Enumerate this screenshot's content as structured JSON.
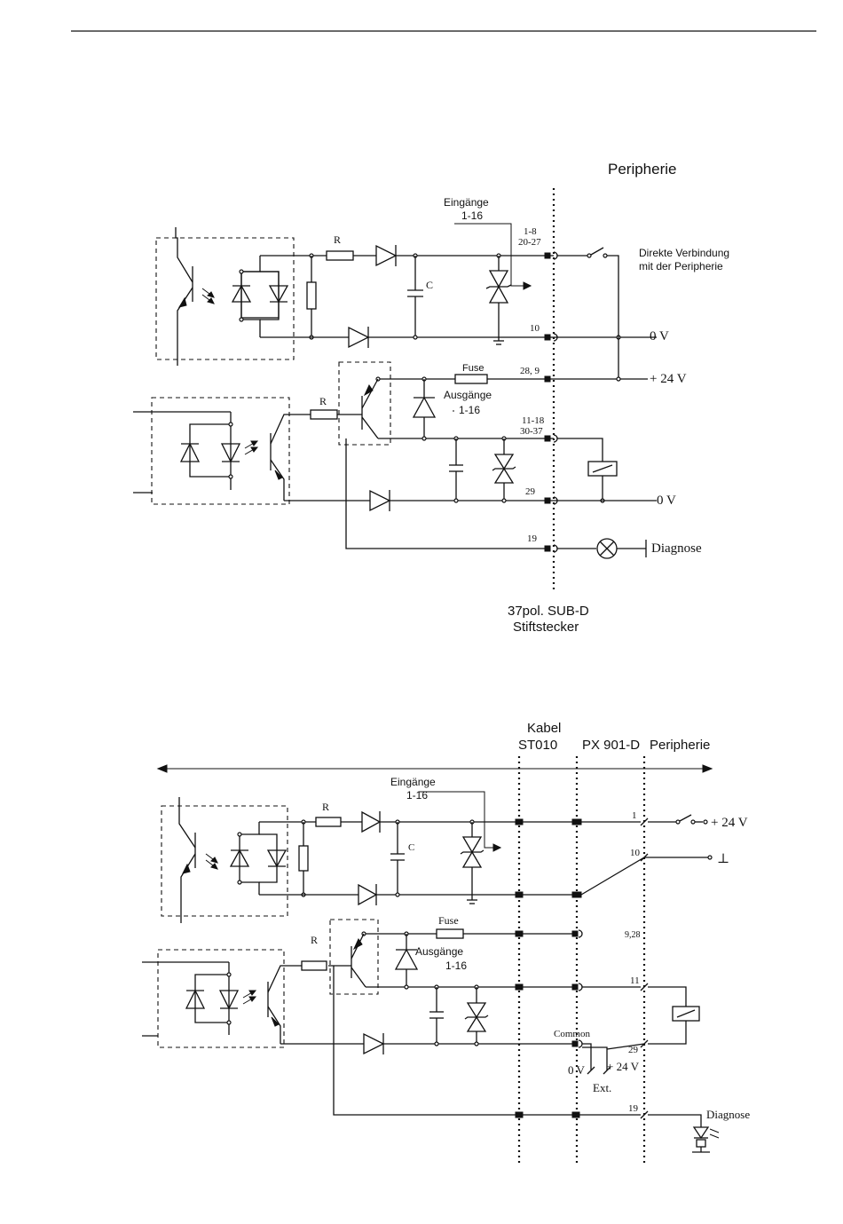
{
  "diagram1": {
    "title": "Peripherie",
    "inputs_label_1": "Eingänge",
    "inputs_label_2": "1-16",
    "r_label": "R",
    "c_label": "C",
    "fuse_label": "Fuse",
    "outputs_label_1": "Ausgänge",
    "outputs_label_2": "1-16",
    "pin_inputs_1": "1-8",
    "pin_inputs_2": "20-27",
    "pin_0v": "10",
    "pin_24v": "28, 9",
    "pin_outputs_1": "11-18",
    "pin_outputs_2": "30-37",
    "pin_common": "29",
    "pin_diag": "19",
    "direct_1": "Direkte Verbindung",
    "direct_2": "mit der Peripherie",
    "label_0v_a": "0 V",
    "label_24v": "+ 24 V",
    "label_0v_b": "0 V",
    "label_diag": "Diagnose",
    "connector_1": "37pol. SUB-D",
    "connector_2": "Stiftstecker"
  },
  "diagram2": {
    "cable_1": "Kabel",
    "cable_2": "ST010",
    "px": "PX 901-D",
    "periph": "Peripherie",
    "inputs_label_1": "Eingänge",
    "inputs_label_2": "1-16",
    "r_label_in": "R",
    "c_label": "C",
    "r_label_out": "R",
    "fuse_label": "Fuse",
    "outputs_label_1": "Ausgänge",
    "outputs_label_2": "1-16",
    "pin_1": "1",
    "pin_10": "10",
    "pin_928": "9,28",
    "pin_11": "11",
    "pin_29": "29",
    "pin_19": "19",
    "label_24v_top": "+ 24 V",
    "label_gnd": "⊥",
    "common": "Common",
    "ext_0v": "0 V",
    "ext_24v": "+ 24 V",
    "ext": "Ext.",
    "diag": "Diagnose"
  }
}
